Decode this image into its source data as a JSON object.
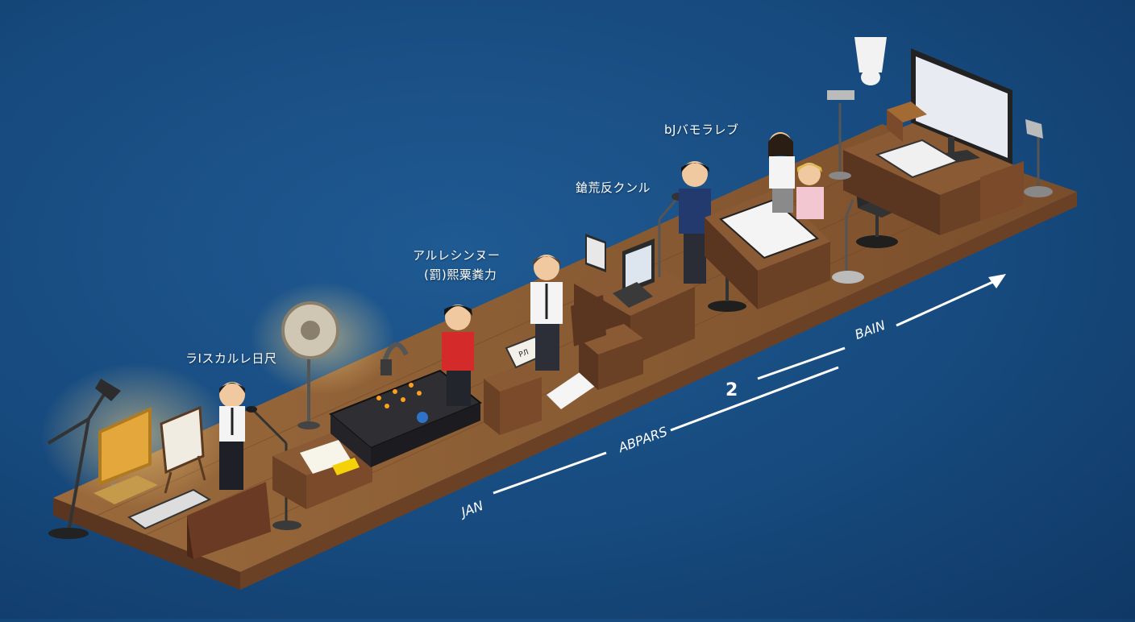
{
  "stations": [
    {
      "label": "ラIスカルレ日尺",
      "sublabel": ""
    },
    {
      "label": "アルレシンヌー",
      "sublabel": "(罰)熙粟粪力"
    },
    {
      "label": "鎗荒反クンル",
      "sublabel": ""
    },
    {
      "label": "bJバモラレブ",
      "sublabel": ""
    }
  ],
  "timeline": {
    "labels": [
      "JAN",
      "ABPARS",
      "BAIN"
    ],
    "step_number": "2"
  },
  "stand_sign": "РЛ",
  "colors": {
    "background": "#174a7e",
    "wood": "#8a5a34",
    "wood_dark": "#5a3520",
    "timeline_line": "#ffffff"
  }
}
